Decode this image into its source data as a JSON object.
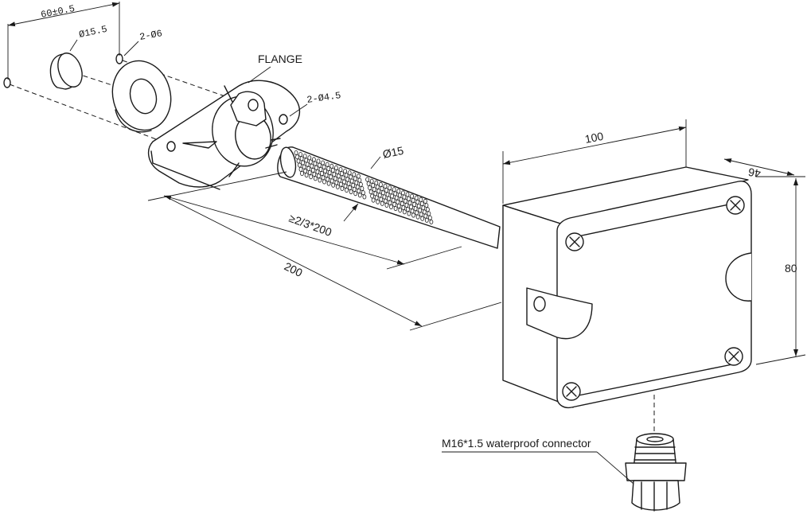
{
  "labels": {
    "flange_spacing": "60±0.5",
    "cap_diameter": "Ø15.5",
    "mount_holes_large": "2-Ø6",
    "flange": "FLANGE",
    "mount_holes_small": "2-Ø4.5",
    "probe_diameter": "Ø15",
    "insertion_depth": "≥2/3*200",
    "probe_length": "200",
    "box_width": "100",
    "box_depth": "46",
    "box_height": "80",
    "connector": "M16*1.5 waterproof connector"
  },
  "colors": {
    "line": "#1a1a1a",
    "background": "#ffffff"
  }
}
